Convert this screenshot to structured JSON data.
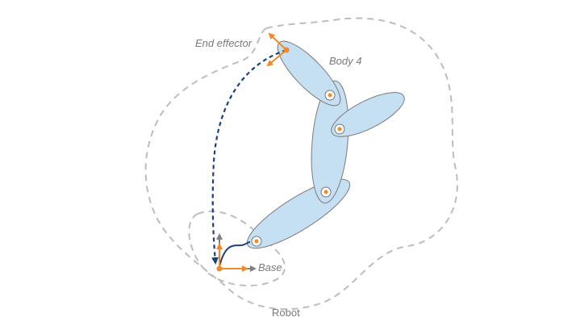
{
  "labels": {
    "end_effector": "End effector",
    "body4": "Body 4",
    "base": "Base",
    "robot": "Robot"
  },
  "colors": {
    "body_fill": "#c5dff3",
    "frame_arrow": "#f08a24",
    "axis_gray": "#808080",
    "path_blue": "#1d3f7a",
    "boundary_gray": "#bdbdbd"
  }
}
